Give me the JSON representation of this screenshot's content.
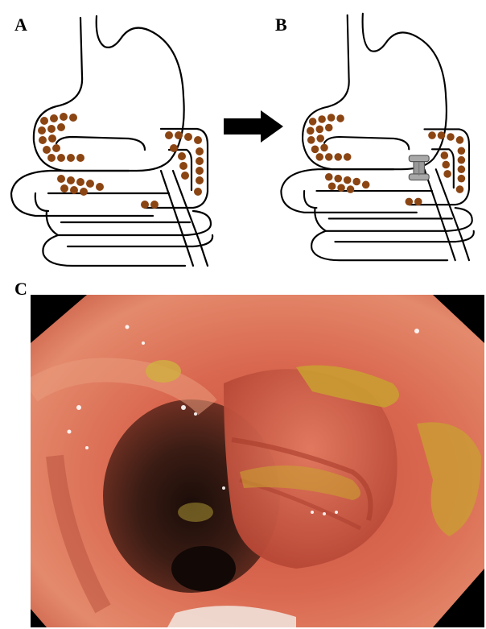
{
  "panels": {
    "a": {
      "label": "A"
    },
    "b": {
      "label": "B"
    },
    "c": {
      "label": "C"
    }
  },
  "colors": {
    "food_dot": "#8b4513",
    "outline": "#000000",
    "clip": "#9a9a9a",
    "arrow": "#000000",
    "mucosa": "#d8604a",
    "bile": "#c9a030",
    "lumen_dark": "#2a1410"
  }
}
